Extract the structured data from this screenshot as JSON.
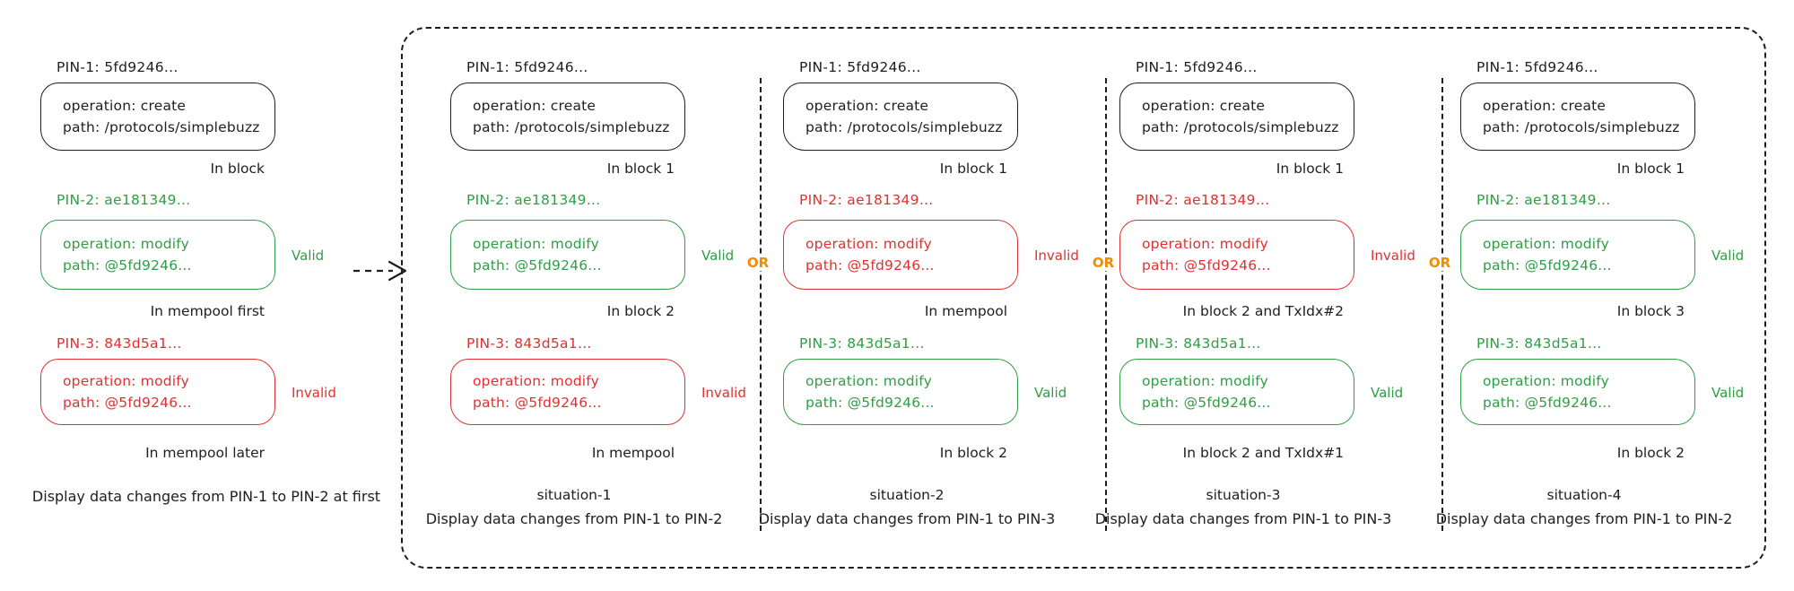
{
  "palette": {
    "ink": "#1e1e1e",
    "green": "#2f9e44",
    "red": "#e03131",
    "orange": "#f08c00"
  },
  "connector": {
    "or_label": "OR"
  },
  "intro": {
    "pin1": {
      "label": "PIN-1: 5fd9246...",
      "op": "operation: create",
      "path": "path: /protocols/simplebuzz",
      "caption": "In block",
      "color": "ink"
    },
    "pin2": {
      "label": "PIN-2: ae181349...",
      "op": "operation: modify",
      "path": "path: @5fd9246...",
      "caption": "In mempool first",
      "status": "Valid",
      "color": "green"
    },
    "pin3": {
      "label": "PIN-3: 843d5a1...",
      "op": "operation: modify",
      "path": "path: @5fd9246...",
      "caption": "In mempool later",
      "status": "Invalid",
      "color": "red"
    },
    "footer": "Display data changes from PIN-1 to PIN-2 at first"
  },
  "situations": [
    {
      "name": "situation-1",
      "footer": "Display data changes from PIN-1 to PIN-2",
      "pin1": {
        "label": "PIN-1: 5fd9246...",
        "op": "operation: create",
        "path": "path: /protocols/simplebuzz",
        "caption": "In block 1",
        "color": "ink"
      },
      "pin2": {
        "label": "PIN-2: ae181349...",
        "op": "operation: modify",
        "path": "path: @5fd9246...",
        "caption": "In block 2",
        "status": "Valid",
        "color": "green"
      },
      "pin3": {
        "label": "PIN-3: 843d5a1...",
        "op": "operation: modify",
        "path": "path: @5fd9246...",
        "caption": "In mempool",
        "status": "Invalid",
        "color": "red"
      }
    },
    {
      "name": "situation-2",
      "footer": "Display data changes from PIN-1 to PIN-3",
      "pin1": {
        "label": "PIN-1: 5fd9246...",
        "op": "operation: create",
        "path": "path: /protocols/simplebuzz",
        "caption": "In block 1",
        "color": "ink"
      },
      "pin2": {
        "label": "PIN-2: ae181349...",
        "op": "operation: modify",
        "path": "path: @5fd9246...",
        "caption": "In mempool",
        "status": "Invalid",
        "color": "red"
      },
      "pin3": {
        "label": "PIN-3: 843d5a1...",
        "op": "operation: modify",
        "path": "path: @5fd9246...",
        "caption": "In block 2",
        "status": "Valid",
        "color": "green"
      }
    },
    {
      "name": "situation-3",
      "footer": "Display data changes from PIN-1 to PIN-3",
      "pin1": {
        "label": "PIN-1: 5fd9246...",
        "op": "operation: create",
        "path": "path: /protocols/simplebuzz",
        "caption": "In block 1",
        "color": "ink"
      },
      "pin2": {
        "label": "PIN-2: ae181349...",
        "op": "operation: modify",
        "path": "path: @5fd9246...",
        "caption": "In block 2 and TxIdx#2",
        "status": "Invalid",
        "color": "red"
      },
      "pin3": {
        "label": "PIN-3: 843d5a1...",
        "op": "operation: modify",
        "path": "path: @5fd9246...",
        "caption": "In block 2 and TxIdx#1",
        "status": "Valid",
        "color": "green"
      }
    },
    {
      "name": "situation-4",
      "footer": "Display data changes from PIN-1 to PIN-2",
      "pin1": {
        "label": "PIN-1: 5fd9246...",
        "op": "operation: create",
        "path": "path: /protocols/simplebuzz",
        "caption": "In block 1",
        "color": "ink"
      },
      "pin2": {
        "label": "PIN-2: ae181349...",
        "op": "operation: modify",
        "path": "path: @5fd9246...",
        "caption": "In block 3",
        "status": "Valid",
        "color": "green"
      },
      "pin3": {
        "label": "PIN-3: 843d5a1...",
        "op": "operation: modify",
        "path": "path: @5fd9246...",
        "caption": "In block 2",
        "status": "Valid",
        "color": "green"
      }
    }
  ]
}
